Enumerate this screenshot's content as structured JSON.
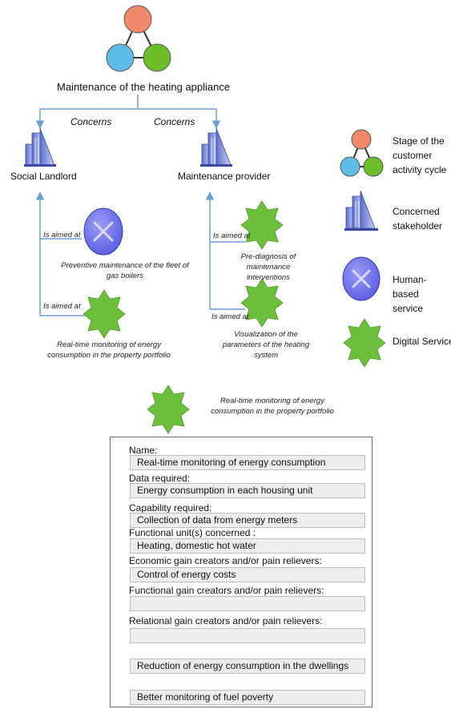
{
  "top_stage": {
    "label": "Maintenance of the heating appliance"
  },
  "colors": {
    "stage_top": "#f08a6b",
    "stage_left": "#5dbde6",
    "stage_right": "#6dbf2a",
    "digital_service": "#6cbf3a",
    "human_service": "#6c6ee6",
    "stakeholder": "#6a7fd8",
    "connector": "#6a9fd8"
  },
  "edges": {
    "concerns_left": "Concerns",
    "concerns_right": "Concerns"
  },
  "stakeholders": {
    "left": {
      "label": "Social Landlord",
      "icon": "building-icon"
    },
    "right": {
      "label": "Maintenance provider",
      "icon": "building-icon"
    }
  },
  "left_branch": {
    "aimed1": "Is aimed at",
    "service1": "Preventive maintenance of the fleet of gas boilers",
    "aimed2": "Is aimed at",
    "service2": "Real-time monitoring of energy consumption in the property portfolio"
  },
  "right_branch": {
    "aimed1": "Is aimed at",
    "service1": "Pre-diagnosis of maintenance interventions",
    "aimed2": "Is aimed at",
    "service2": "Visualization of the parameters of the heating system"
  },
  "legend": {
    "stage": "Stage of the customer activity cycle",
    "stakeholder": "Concerned stakeholder",
    "human": "Human-based service",
    "digital": "Digital Service"
  },
  "detail": {
    "service_title": "Real-time monitoring of energy consumption in the property portfolio",
    "fields": [
      {
        "label": "Name:",
        "value": "Real-time monitoring of energy consumption"
      },
      {
        "label": "Data required:",
        "value": "Energy consumption in each housing unit"
      },
      {
        "label": "Capability required:",
        "value": "Collection of data from energy meters"
      },
      {
        "label": "Functional unit(s) concerned :",
        "value": "Heating, domestic hot water"
      },
      {
        "label": "Economic gain creators and/or pain relievers:",
        "value": "Control of energy costs"
      },
      {
        "label": "Functional gain creators and/or pain relievers:",
        "value": ""
      },
      {
        "label": "Relational gain creators and/or pain relievers:",
        "value": ""
      }
    ],
    "extra_values": [
      "Reduction of energy consumption in the dwellings",
      "Better monitoring of fuel poverty"
    ]
  }
}
